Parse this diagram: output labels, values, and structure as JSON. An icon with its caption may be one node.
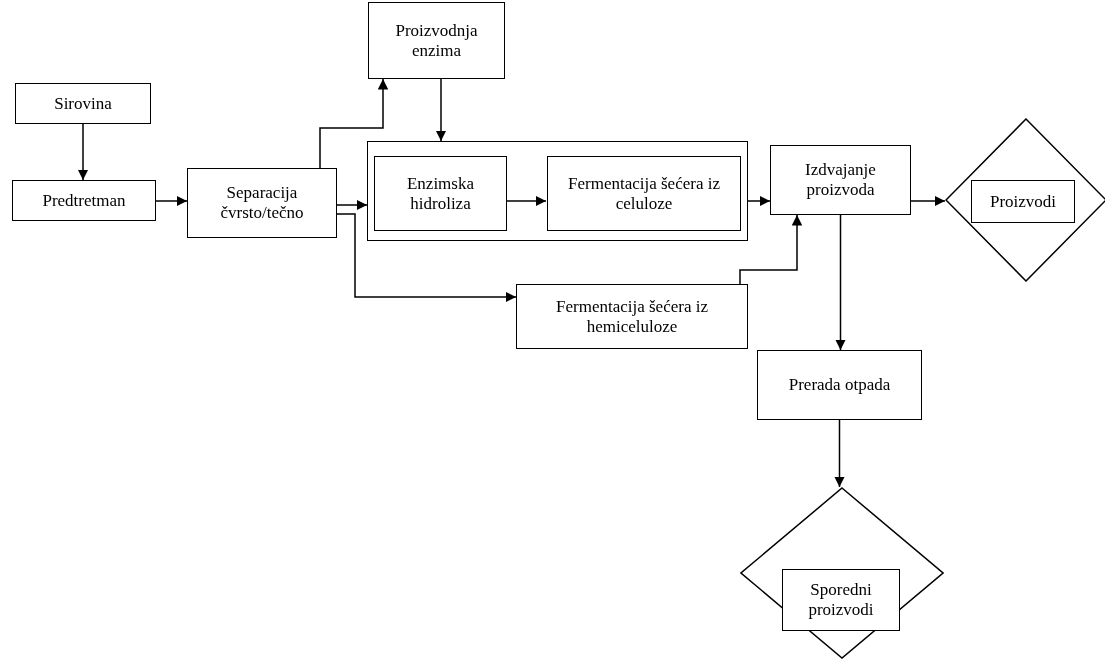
{
  "diagram": {
    "nodes": [
      {
        "text": [
          "Sirovina"
        ]
      },
      {
        "text": [
          "Predtretman"
        ]
      },
      {
        "text": [
          "Separacija čvrsto/tečno"
        ]
      },
      {
        "text": [
          "Proizvodnja enzima"
        ]
      },
      {
        "text": [],
        "shape": "box"
      },
      {
        "text": [
          "Enzimska hidroliza"
        ],
        "in": 4
      },
      {
        "text": [
          "Fermentacija šećera iz celuloze"
        ],
        "in": 4
      },
      {
        "text": [
          "Izdvajanje proizvoda"
        ]
      },
      {
        "text": [
          "Proizvodi"
        ]
      },
      {
        "text": [
          "Fermentacija šećera iz hemiceluloze"
        ]
      },
      {
        "text": [
          "Prerada otpada"
        ]
      },
      {
        "text": [
          "Sporedni proizvodi"
        ]
      }
    ],
    "edges": [
      {
        "from": 0,
        "to": 1,
        "arrow": "to"
      },
      {
        "from": 1,
        "to": 2,
        "arrow": "to"
      },
      {
        "from": 2,
        "to": 3,
        "arrow": "to"
      },
      {
        "from": 3,
        "to": 4,
        "arrow": "to"
      },
      {
        "from": 2,
        "to": 4,
        "arrow": "to"
      },
      {
        "from": 5,
        "to": 6,
        "arrow": "to"
      },
      {
        "from": 4,
        "to": 7,
        "arrow": "to"
      },
      {
        "from": 2,
        "to": 9,
        "arrow": "to"
      },
      {
        "from": 9,
        "to": 7,
        "arrow": "to"
      },
      {
        "from": 7,
        "to": 8,
        "arrow": "to"
      },
      {
        "from": 7,
        "to": 10,
        "arrow": "to"
      },
      {
        "from": 10,
        "to": 11,
        "arrow": "to"
      }
    ]
  }
}
